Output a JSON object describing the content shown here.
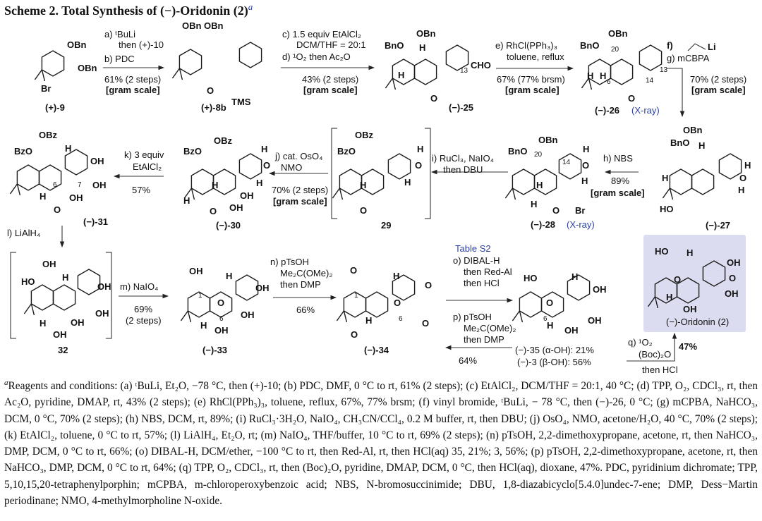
{
  "title": {
    "text": "Scheme 2. Total Synthesis of (−)-Oridonin (2)",
    "sup": "a"
  },
  "compounds": {
    "c9": {
      "label": "(+)-9",
      "atoms": [
        "OBn",
        "OBn",
        "Br"
      ]
    },
    "c8b": {
      "label": "(+)-8b",
      "atoms": [
        "OBn OBn",
        "O",
        "TMS"
      ]
    },
    "c25": {
      "label": "(−)-25",
      "atoms": [
        "BnO",
        "OBn",
        "H",
        "CHO",
        "13",
        "H",
        "O"
      ]
    },
    "c26": {
      "label": "(−)-26",
      "note": "(X-ray)",
      "atoms": [
        "BnO",
        "OBn",
        "20",
        "H",
        "H",
        "6",
        "13",
        "14",
        "O"
      ]
    },
    "c27": {
      "label": "(−)-27",
      "atoms": [
        "BnO",
        "OBn",
        "H",
        "H",
        "O",
        "H",
        "H",
        "HO"
      ]
    },
    "c28": {
      "label": "(−)-28",
      "note": "(X-ray)",
      "atoms": [
        "BnO",
        "OBn",
        "20",
        "14",
        "O",
        "H",
        "H",
        "H",
        "H",
        "O",
        "Br"
      ]
    },
    "c29": {
      "label": "29",
      "atoms": [
        "BzO",
        "OBz",
        "O",
        "H",
        "H",
        "H",
        "O"
      ]
    },
    "c30": {
      "label": "(−)-30",
      "atoms": [
        "BzO",
        "OBz",
        "H",
        "O",
        "H",
        "H",
        "OH",
        "OH",
        "H",
        "O"
      ]
    },
    "c31": {
      "label": "(−)-31",
      "atoms": [
        "BzO",
        "OBz",
        "H",
        "OH",
        "6",
        "7",
        "OH",
        "OH",
        "H",
        "O"
      ]
    },
    "c32": {
      "label": "32",
      "atoms": [
        "HO",
        "OH",
        "H",
        "OH",
        "OH",
        "OH",
        "OH",
        "H"
      ]
    },
    "c33": {
      "label": "(−)-33",
      "atoms": [
        "OH",
        "1",
        "H",
        "OH",
        "O",
        "OH",
        "6",
        "OH",
        "H"
      ]
    },
    "c34": {
      "label": "(−)-34",
      "atoms": [
        "O",
        "1",
        "H",
        "O",
        "O",
        "6",
        "O",
        "O",
        "H"
      ]
    },
    "c35": {
      "label_a": "(−)-35 (α-OH): 21%",
      "label_b": "(−)-3 (β-OH): 56%",
      "atoms": [
        "HO",
        "H",
        "OH",
        "O",
        "6",
        "OH",
        "OH",
        "H"
      ]
    },
    "oridonin": {
      "label": "(−)-Oridonin (2)",
      "atoms": [
        "HO",
        "H",
        "OH",
        "O",
        "O",
        "OH",
        "H",
        "OH"
      ]
    }
  },
  "steps": {
    "ab": {
      "lines": [
        "a) ᵗBuLi",
        "then (+)-10",
        "b) PDC"
      ],
      "yield": "61% (2 steps)",
      "scale": "[gram scale]"
    },
    "cd": {
      "lines": [
        "c) 1.5 equiv EtAlCl₂",
        "DCM/THF = 20:1",
        "d) ¹O₂ then Ac₂O"
      ],
      "yield": "43% (2 steps)",
      "scale": "[gram scale]"
    },
    "e": {
      "lines": [
        "e) RhCl(PPh₃)₃",
        "toluene, reflux"
      ],
      "yield": "67% (77% brsm)",
      "scale": "[gram scale]"
    },
    "fg": {
      "lines": [
        "f)",
        "Li",
        "g) mCBPA"
      ],
      "yield": "70% (2 steps)",
      "scale": "[gram scale]"
    },
    "h": {
      "lines": [
        "h) NBS"
      ],
      "yield": "89%",
      "scale": "[gram scale]"
    },
    "i": {
      "lines": [
        "i) RuCl₃, NaIO₄",
        "then DBU"
      ]
    },
    "j": {
      "lines": [
        "j) cat. OsO₄",
        "NMO"
      ],
      "yield": "70% (2 steps)",
      "scale": "[gram scale]"
    },
    "k": {
      "lines": [
        "k) 3 equiv",
        "EtAlCl₂"
      ],
      "yield": "57%"
    },
    "l": {
      "lines": [
        "l)  LiAlH₄"
      ]
    },
    "m": {
      "lines": [
        "m) NaIO₄"
      ],
      "yield": "69%",
      "scale": "(2 steps)"
    },
    "n": {
      "lines": [
        "n) pTsOH",
        "Me₂C(OMe)₂",
        "then DMP"
      ],
      "yield": "66%"
    },
    "o": {
      "ref": "Table S2",
      "lines": [
        "o) DIBAL-H",
        "then Red-Al",
        "then HCl"
      ]
    },
    "p": {
      "lines": [
        "p) pTsOH",
        "Me₂C(OMe)₂",
        "then DMP"
      ],
      "yield": "64%"
    },
    "q": {
      "lines": [
        "q) ¹O₂",
        "(Boc)₂O",
        "then HCl"
      ],
      "yield": "47%"
    }
  },
  "footnote": {
    "mark": "a",
    "text": "Reagents and conditions: (a) ᵗBuLi, Et₂O, −78 °C, then (+)-10; (b) PDC, DMF, 0 °C to rt, 61% (2 steps); (c) EtAlCl₂, DCM/THF = 20:1, 40 °C; (d) TPP, O₂, CDCl₃, rt, then Ac₂O, pyridine, DMAP, rt, 43% (2 steps); (e) RhCl(PPh₃)₃, toluene, reflux, 67%, 77% brsm; (f) vinyl bromide, ᵗBuLi, − 78 °C, then (−)-26, 0 °C; (g) mCPBA, NaHCO₃, DCM, 0 °C, 70% (2 steps); (h) NBS, DCM, rt, 89%; (i) RuCl₃·3H₂O, NaIO₄, CH₃CN/CCl₄, 0.2 M buffer, rt, then DBU; (j) OsO₄, NMO, acetone/H₂O, 40 °C, 70% (2 steps); (k) EtAlCl₂, toluene, 0 °C to rt, 57%; (l) LiAlH₄, Et₂O, rt; (m) NaIO₄, THF/buffer, 10 °C to rt, 69% (2 steps); (n) pTsOH, 2,2-dimethoxypropane, acetone, rt, then NaHCO₃, DMP, DCM, 0 °C to rt, 66%; (o) DIBAL-H, DCM/ether, −100 °C to rt, then Red-Al, rt, then HCl(aq) 35, 21%; 3, 56%; (p) pTsOH, 2,2-dimethoxypropane, acetone, rt, then NaHCO₃, DMP, DCM, 0 °C to rt, 64%; (q) TPP, O₂, CDCl₃, rt, then (Boc)₂O, pyridine, DMAP, DCM, 0 °C, then HCl(aq), dioxane, 47%. PDC, pyridinium dichromate; TPP, 5,10,15,20-tetraphenylporphin; mCPBA, m-chloroperoxybenzoic acid; NBS, N-bromosuccinimide; DBU, 1,8-diazabicyclo[5.4.0]undec-7-ene; DMP, Dess−Martin periodinane; NMO, 4-methylmorpholine N-oxide."
  }
}
